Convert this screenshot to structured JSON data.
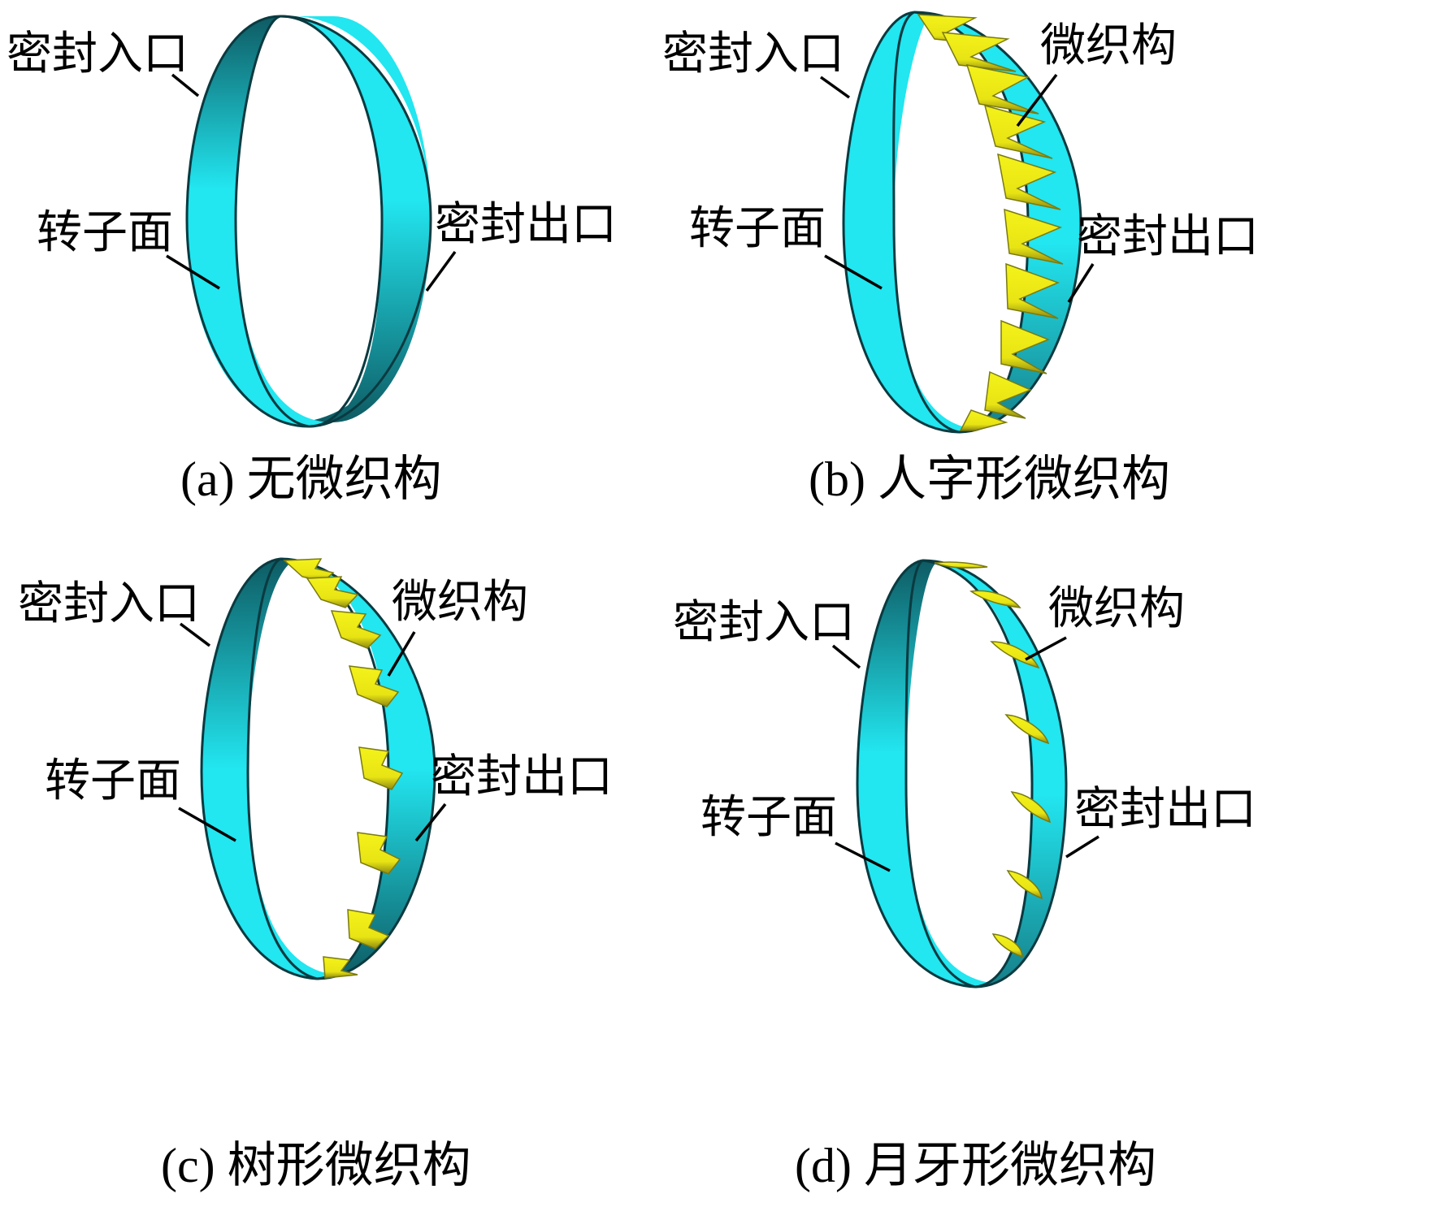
{
  "labels": {
    "inlet": "密封入口",
    "rotor": "转子面",
    "outlet": "密封出口",
    "texture": "微织构"
  },
  "captions": {
    "a": "(a) 无微织构",
    "b": "(b) 人字形微织构",
    "c": "(c) 树形微织构",
    "d": "(d) 月牙形微织构"
  },
  "colors": {
    "cyan": "#22e6f0",
    "dark_teal": "#0e5b63",
    "texture_yellow": "#f2f016",
    "line": "#000000"
  }
}
